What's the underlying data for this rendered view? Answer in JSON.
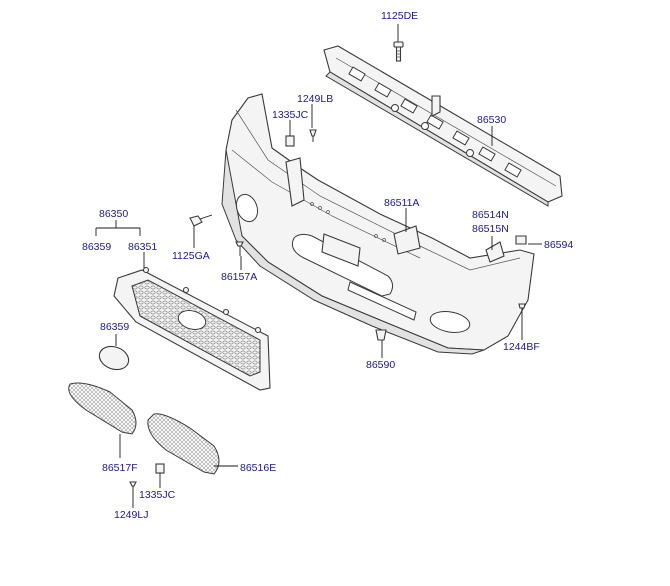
{
  "diagram": {
    "parts": {
      "p1125DE": "1125DE",
      "p1249LB": "1249LB",
      "p1335JC_top": "1335JC",
      "p86530": "86530",
      "p86350": "86350",
      "p86359_a": "86359",
      "p86351": "86351",
      "p1125GA": "1125GA",
      "p86157A": "86157A",
      "p86511A": "86511A",
      "p86514N": "86514N",
      "p86515N": "86515N",
      "p86594": "86594",
      "p86359_b": "86359",
      "p1244BF": "1244BF",
      "p86590": "86590",
      "p86517F": "86517F",
      "p86516E": "86516E",
      "p1335JC_bottom": "1335JC",
      "p1249LJ": "1249LJ"
    }
  }
}
